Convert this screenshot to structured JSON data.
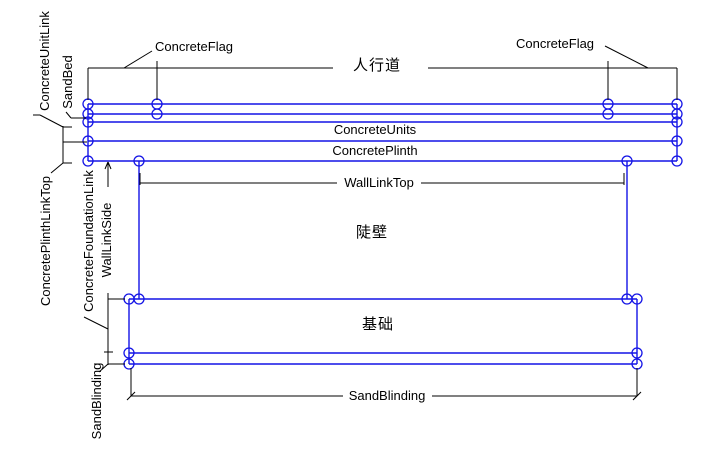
{
  "diagram": {
    "type": "cad-annotation-cross-section",
    "colors": {
      "structure_blue": "#1414e6",
      "annotation_black": "#000000",
      "background": "#ffffff"
    },
    "labels": {
      "concrete_flag_left": "ConcreteFlag",
      "concrete_flag_right": "ConcreteFlag",
      "sidewalk": "人行道",
      "concrete_units": "ConcreteUnits",
      "concrete_plinth": "ConcretePlinth",
      "wall_link_top": "WallLinkTop",
      "steep_wall": "陡壁",
      "foundation": "基础",
      "sand_blinding_bottom": "SandBlinding",
      "concrete_unit_link": "ConcreteUnitLink",
      "sand_bed": "SandBed",
      "concrete_plinth_link_top": "ConcretePlinthLinkTop",
      "concrete_foundation_link": "ConcreteFoundationLink",
      "wall_link_side": "WallLinkSide",
      "sand_blinding_left": "SandBlinding"
    }
  }
}
